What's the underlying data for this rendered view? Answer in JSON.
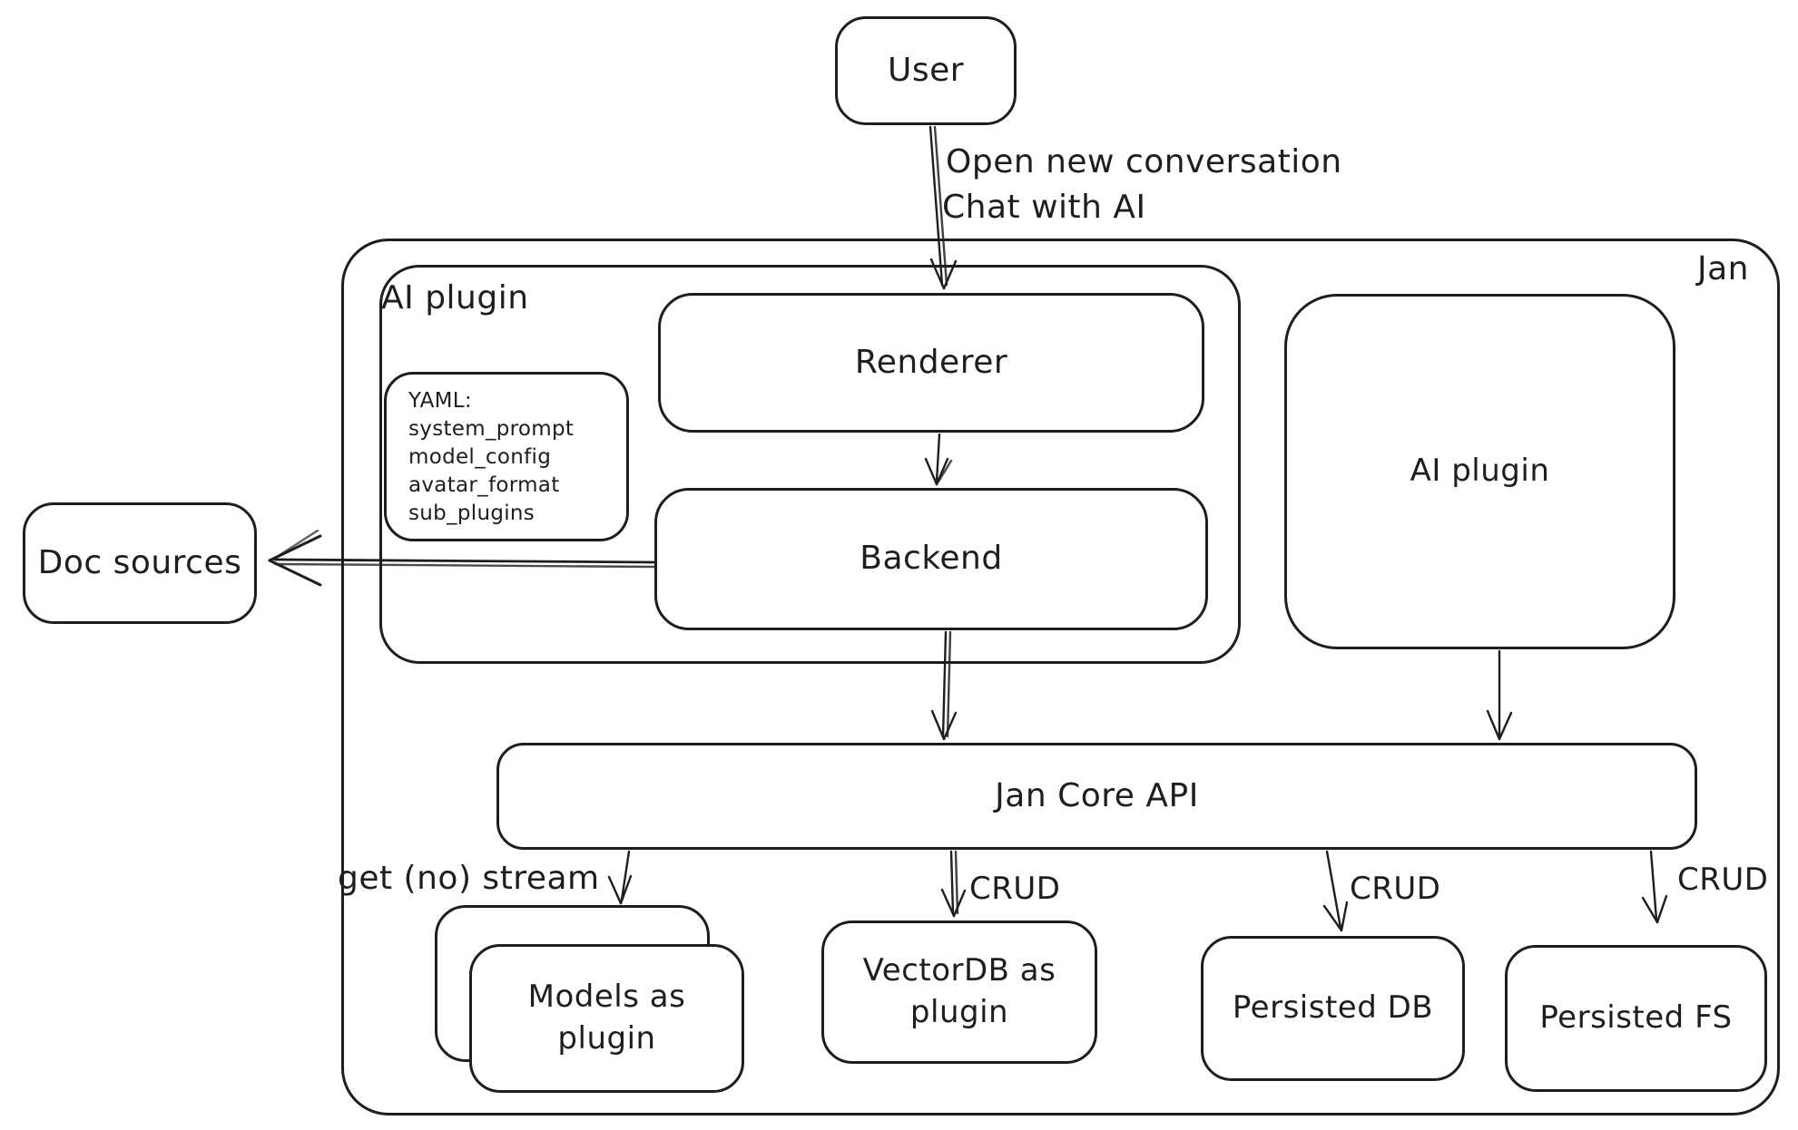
{
  "colors": {
    "stroke": "#1e1e1e",
    "background": "#ffffff"
  },
  "nodes": {
    "user": "User",
    "jan_container": "Jan",
    "ai_plugin_group": "AI plugin",
    "yaml": {
      "lines": [
        "YAML:",
        "system_prompt",
        "model_config",
        "avatar_format",
        "sub_plugins"
      ]
    },
    "renderer": "Renderer",
    "backend": "Backend",
    "doc_sources": "Doc sources",
    "ai_plugin_right": "AI plugin",
    "jan_core_api": "Jan Core API",
    "models": {
      "line1": "Models as",
      "line2": "plugin"
    },
    "vectordb": {
      "line1": "VectorDB as",
      "line2": "plugin"
    },
    "persisted_db": "Persisted DB",
    "persisted_fs": "Persisted FS"
  },
  "edge_labels": {
    "user_to_renderer_line1": "Open new conversation",
    "user_to_renderer_line2": "Chat with AI",
    "core_to_models": "get (no) stream",
    "core_to_vectordb": "CRUD",
    "core_to_persisted_db": "CRUD",
    "core_to_persisted_fs": "CRUD"
  }
}
